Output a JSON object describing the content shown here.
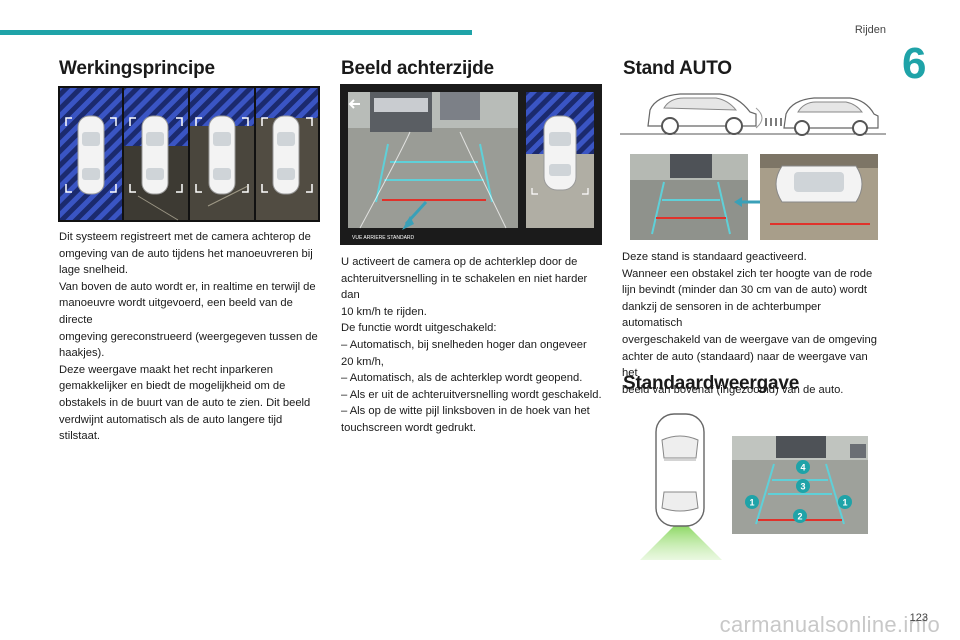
{
  "header": {
    "section": "Rijden",
    "chapter": "6"
  },
  "col1": {
    "title": "Werkingsprincipe",
    "lines": [
      "Dit systeem registreert met de camera achterop de",
      "omgeving van de auto tijdens het manoeuvreren bij",
      "lage snelheid.",
      "Van boven de auto wordt er, in realtime en terwijl de",
      "manoeuvre wordt uitgevoerd, een beeld van de directe",
      "omgeving gereconstrueerd (weergegeven tussen de",
      "haakjes).",
      "Deze weergave maakt het recht inparkeren",
      "gemakkelijker en biedt de mogelijkheid om de",
      "obstakels in de buurt van de auto te zien. Dit beeld",
      "verdwijnt automatisch als de auto langere tijd stilstaat."
    ]
  },
  "col2": {
    "title": "Beeld achterzijde",
    "screen_label": "VUE ARRIERE STANDARD",
    "lines": [
      "U activeert de camera op de achterklep door de",
      "achteruitversnelling in te schakelen en niet harder dan",
      "10 km/h te rijden.",
      "De functie wordt uitgeschakeld:",
      "–  Automatisch, bij snelheden hoger dan ongeveer",
      "20 km/h,",
      "–  Automatisch, als de achterklep wordt geopend.",
      "–  Als er uit de achteruitversnelling wordt geschakeld.",
      "–  Als op de witte pijl linksboven in de hoek van het",
      "touchscreen wordt gedrukt."
    ]
  },
  "col3": {
    "title": "Stand AUTO",
    "lines": [
      "Deze stand is standaard geactiveerd.",
      "Wanneer een obstakel zich ter hoogte van de rode",
      "lijn bevindt (minder dan 30 cm van de auto) wordt",
      "dankzij de sensoren in de achterbumper automatisch",
      "overgeschakeld van de weergave van de omgeving",
      "achter de auto (standaard) naar de weergave van het",
      "beeld van bovenaf (ingezoomd) van de auto."
    ],
    "title2": "Standaardweergave",
    "markers": [
      "1",
      "2",
      "3",
      "4",
      "1"
    ]
  },
  "footer": {
    "page": "123",
    "watermark": "carmanualsonline.info"
  },
  "colors": {
    "accent": "#1fa3a8",
    "guide_cyan": "#5fd0d8",
    "guide_red": "#e0322b",
    "hatch_blue": "#2a3fa0"
  }
}
